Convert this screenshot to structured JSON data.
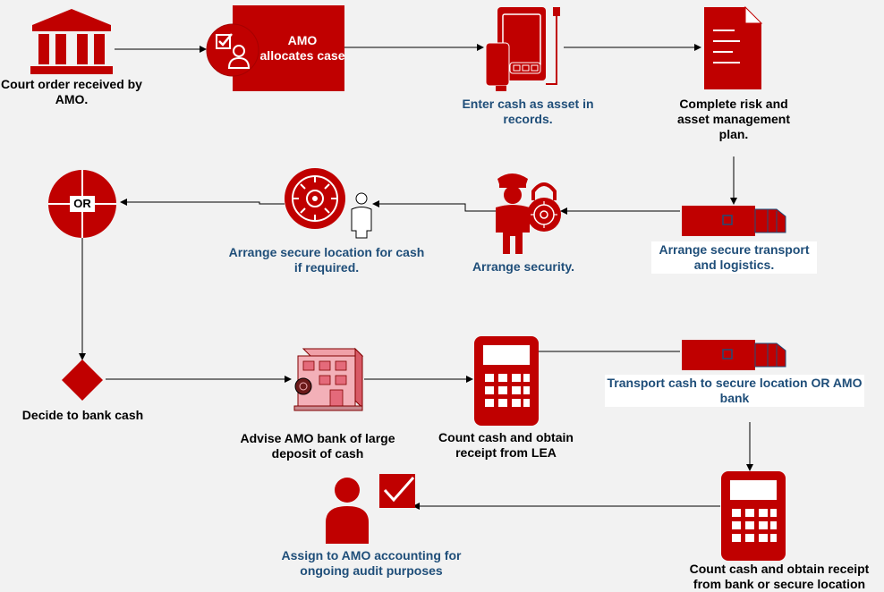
{
  "colors": {
    "red": "#c00000",
    "dark_red": "#a50000",
    "label_blue": "#1f4e79",
    "label_dark": "#000000",
    "background": "#f2f2f2"
  },
  "steps": {
    "court_order": {
      "label": "Court order received by AMO.",
      "icon": "courthouse-icon"
    },
    "allocate": {
      "label": "AMO allocates case",
      "icon": "assign-case-icon"
    },
    "enter_records": {
      "label": "Enter cash as asset in records.",
      "icon": "tablet-records-icon"
    },
    "risk_plan": {
      "label": "Complete risk and asset management plan.",
      "icon": "document-icon"
    },
    "transport_logistics": {
      "label": "Arrange secure transport and logistics.",
      "icon": "truck-icon"
    },
    "security": {
      "label": "Arrange security.",
      "icon": "security-guard-lock-icon"
    },
    "secure_location": {
      "label": "Arrange secure location for cash if required.",
      "icon": "vault-icon"
    },
    "or_node": {
      "label": "OR",
      "icon": "or-circle-icon"
    },
    "decide_bank": {
      "label": "Decide to bank cash",
      "icon": "decision-diamond-icon"
    },
    "advise_bank": {
      "label": "Advise AMO bank of large deposit of cash",
      "icon": "bank-building-icon"
    },
    "count_lea": {
      "label": "Count cash and obtain receipt from LEA",
      "icon": "calculator-icon"
    },
    "transport_cash": {
      "label": "Transport cash to secure location OR AMO bank",
      "icon": "truck-icon"
    },
    "count_bank": {
      "label": "Count cash and obtain receipt from bank or secure location",
      "icon": "calculator-icon"
    },
    "assign_accounting": {
      "label": "Assign to AMO accounting for ongoing audit purposes",
      "icon": "user-checkmark-icon"
    }
  }
}
